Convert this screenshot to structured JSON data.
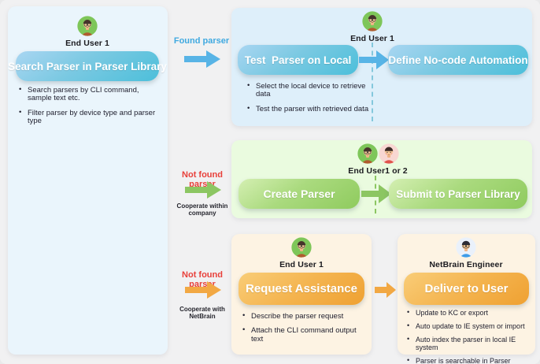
{
  "panels": {
    "search": {
      "actor": "End User 1",
      "button": "Search Parser in Parser Library",
      "bullets": [
        "Search parsers by CLI command, sample text etc.",
        "Filter parser by device type and parser type"
      ]
    },
    "test": {
      "actor": "End User 1",
      "button1": "Test  Parser on Local",
      "button2": "Define No-code Automation",
      "bullets": [
        "Select the local device to retrieve data",
        "Test the parser with retrieved data"
      ]
    },
    "create": {
      "actor": "End User1 or 2",
      "button1": "Create Parser",
      "button2": "Submit to Parser Library"
    },
    "request": {
      "actor": "End User 1",
      "button": "Request Assistance",
      "bullets": [
        "Describe the parser request",
        "Attach the CLI command output text"
      ]
    },
    "deliver": {
      "actor": "NetBrain Engineer",
      "button": "Deliver to User",
      "bullets": [
        "Update to  KC or export",
        "Auto update to IE system or import",
        "Auto index the parser in local IE system",
        "Parser is searchable in Parser Discovery"
      ]
    }
  },
  "connectors": {
    "found": {
      "label": "Found parser"
    },
    "company": {
      "label": "Not found parser",
      "sub": "Cooperate within company"
    },
    "netbrain": {
      "label": "Not found parser",
      "sub": "Cooperate with NetBrain"
    }
  },
  "colors": {
    "found_label": "#3fa9e0",
    "not_found_label": "#e8403a",
    "blue_arrow": "#58b4e6",
    "green_arrow": "#8cc662",
    "orange_arrow": "#f2a843",
    "blue_button": "#4cbfda",
    "green_button": "#8fcb5e",
    "orange_button": "#efa132"
  }
}
